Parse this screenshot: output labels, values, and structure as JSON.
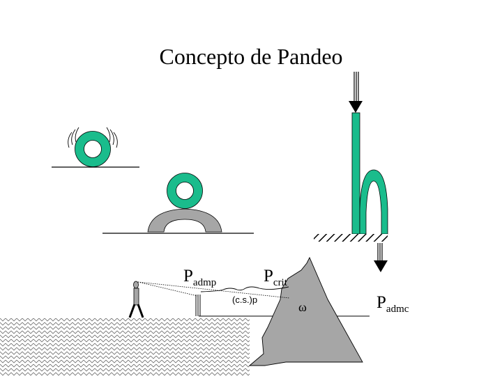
{
  "title": "Concepto de Pandeo",
  "labels": {
    "p_admp_main": "P",
    "p_admp_sub": "admp",
    "p_crit_main": "P",
    "p_crit_sub": "crit",
    "cs_p": "(c.s.)p",
    "omega": "ω",
    "p_admc_main": "P",
    "p_admc_sub": "admc"
  },
  "colors": {
    "teal": "#1abc8c",
    "gray": "#a6a6a6",
    "line": "#000000"
  }
}
